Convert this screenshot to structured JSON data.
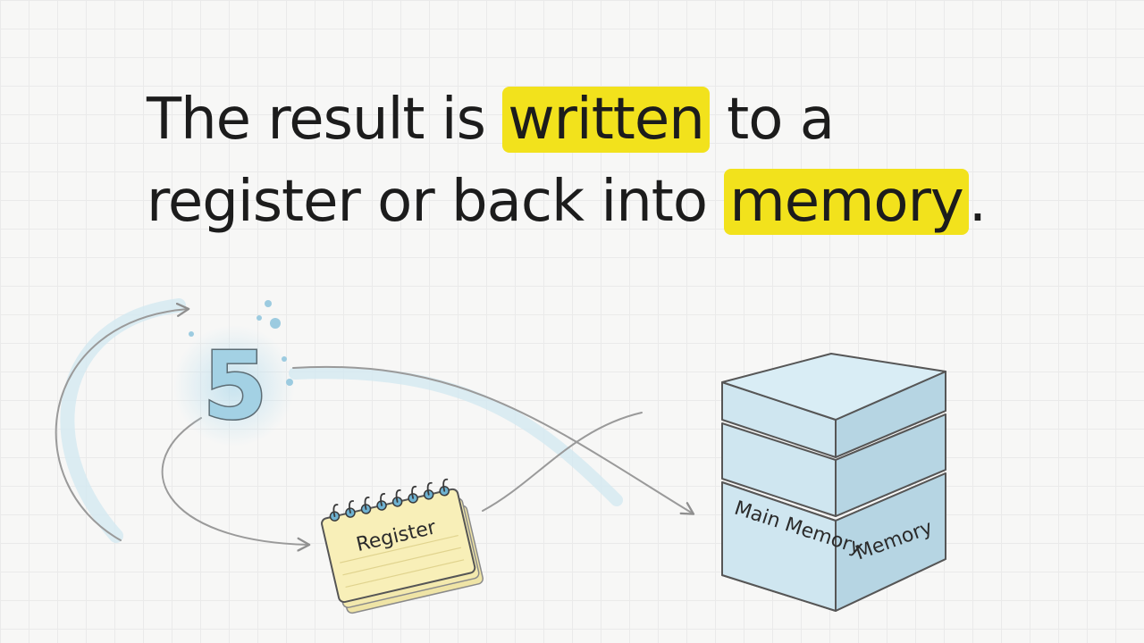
{
  "headline": {
    "line1_before": "The result is ",
    "line1_highlight": "written",
    "line1_after": " to a",
    "line2_before": "register or back into ",
    "line2_highlight": "memory",
    "line2_after": "."
  },
  "diagram": {
    "result_value": "5",
    "register_label": "Register",
    "memory_label_front": "Main Memory",
    "memory_label_side": "Memory"
  },
  "colors": {
    "highlight": "#f2e21c",
    "memory_fill": "#c9e3ee",
    "register_paper": "#f8efb8",
    "arrow": "#9a9a9a"
  }
}
